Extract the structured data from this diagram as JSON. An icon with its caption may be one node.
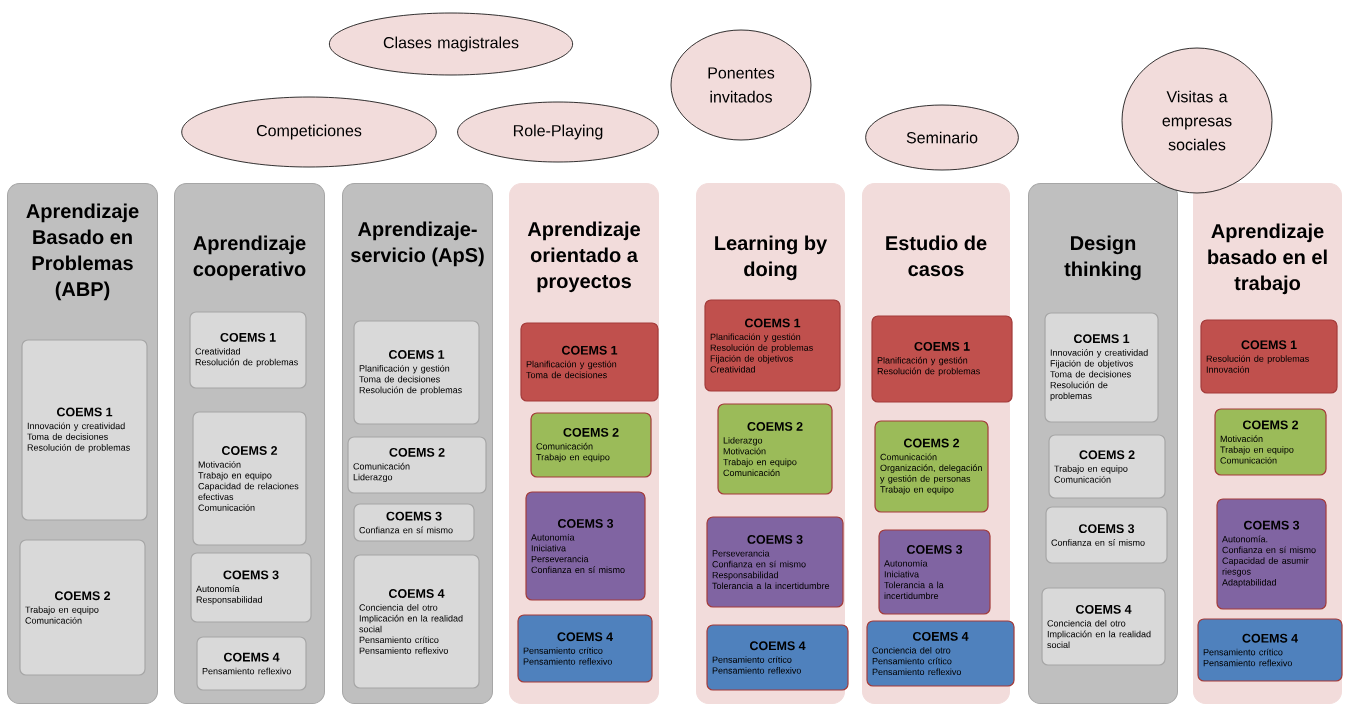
{
  "diagram": {
    "nodes": [
      {
        "text": [
          "Clases magistrales"
        ]
      },
      {
        "text": [
          "Ponentes invitados"
        ]
      },
      {
        "text": [
          "Visitas a empresas sociales"
        ]
      },
      {
        "text": [
          "Competiciones"
        ]
      },
      {
        "text": [
          "Role-Playing"
        ]
      },
      {
        "text": [
          "Seminario"
        ]
      },
      {
        "text": [
          "Aprendizaje Basado en Problemas (ABP)"
        ]
      },
      {
        "text": [
          "COEMS 1",
          "Innovación y creatividad",
          "Toma de decisiones",
          "Resolución de problemas"
        ],
        "in": 6
      },
      {
        "text": [
          "COEMS 2",
          "Trabajo en equipo",
          "Comunicación"
        ],
        "in": 6
      },
      {
        "text": [
          "Aprendizaje cooperativo"
        ]
      },
      {
        "text": [
          "COEMS 1",
          "Creatividad",
          "Resolución de problemas"
        ],
        "in": 9
      },
      {
        "text": [
          "COEMS 2",
          "Motivación",
          "Trabajo en equipo",
          "Capacidad de relaciones efectivas",
          "Comunicación"
        ],
        "in": 9
      },
      {
        "text": [
          "COEMS 3",
          "Autonomía",
          "Responsabilidad"
        ],
        "in": 9
      },
      {
        "text": [
          "COEMS 4",
          "Pensamiento reflexivo"
        ],
        "in": 9
      },
      {
        "text": [
          "Aprendizaje-servicio (ApS)"
        ]
      },
      {
        "text": [
          "COEMS 1",
          "Planificación y gestión",
          "Toma de decisiones",
          "Resolución de problemas"
        ],
        "in": 14
      },
      {
        "text": [
          "COEMS 2",
          "Comunicación",
          "Liderazgo"
        ],
        "in": 14
      },
      {
        "text": [
          "COEMS 3",
          "Confianza en sí mismo"
        ],
        "in": 14
      },
      {
        "text": [
          "COEMS 4",
          "Conciencia del otro",
          "Implicación en la realidad social",
          "Pensamiento crítico",
          "Pensamiento reflexivo"
        ],
        "in": 14
      },
      {
        "text": [
          "Aprendizaje orientado a proyectos"
        ]
      },
      {
        "text": [
          "COEMS 1",
          "Planificación y gestión",
          "Toma de decisiones"
        ],
        "in": 19
      },
      {
        "text": [
          "COEMS 2",
          "Comunicación",
          "Trabajo en equipo"
        ],
        "in": 19
      },
      {
        "text": [
          "COEMS 3",
          "Autonomía",
          "Iniciativa",
          "Perseverancia",
          "Confianza en sí mismo"
        ],
        "in": 19
      },
      {
        "text": [
          "COEMS 4",
          "Pensamiento crítico",
          "Pensamiento reflexivo"
        ],
        "in": 19
      },
      {
        "text": [
          "Learning by doing"
        ]
      },
      {
        "text": [
          "COEMS 1",
          "Planificación y gestión",
          "Resolución de problemas",
          "Fijación de objetivos",
          "Creatividad"
        ],
        "in": 24
      },
      {
        "text": [
          "COEMS 2",
          "Liderazgo",
          "Motivación",
          "Trabajo en equipo",
          "Comunicación"
        ],
        "in": 24
      },
      {
        "text": [
          "COEMS 3",
          "Perseverancia",
          "Confianza en sí mismo",
          "Responsabilidad",
          "Tolerancia a la incertidumbre"
        ],
        "in": 24
      },
      {
        "text": [
          "COEMS 4",
          "Pensamiento crítico",
          "Pensamiento reflexivo"
        ],
        "in": 24
      },
      {
        "text": [
          "Estudio de casos"
        ]
      },
      {
        "text": [
          "COEMS 1",
          "Planificación y gestión",
          "Resolución de problemas"
        ],
        "in": 29
      },
      {
        "text": [
          "COEMS 2",
          "Comunicación",
          "Organización, delegación y gestión de personas",
          "Trabajo en equipo"
        ],
        "in": 29
      },
      {
        "text": [
          "COEMS 3",
          "Autonomía",
          "Iniciativa",
          "Tolerancia a la incertidumbre"
        ],
        "in": 29
      },
      {
        "text": [
          "COEMS 4",
          "Conciencia del otro",
          "Pensamiento crítico",
          "Pensamiento reflexivo"
        ],
        "in": 29
      },
      {
        "text": [
          "Design thinking"
        ]
      },
      {
        "text": [
          "COEMS 1",
          "Innovación y creatividad",
          "Fijación de objetivos",
          "Toma de decisiones",
          "Resolución de problemas"
        ],
        "in": 34
      },
      {
        "text": [
          "COEMS 2",
          "Trabajo en equipo",
          "Comunicación"
        ],
        "in": 34
      },
      {
        "text": [
          "COEMS 3",
          "Confianza en sí mismo"
        ],
        "in": 34
      },
      {
        "text": [
          "COEMS 4",
          "Conciencia del otro",
          "Implicación en la realidad social"
        ],
        "in": 34
      },
      {
        "text": [
          "Aprendizaje basado en el trabajo"
        ]
      },
      {
        "text": [
          "COEMS 1",
          "Resolución de problemas",
          "Innovación"
        ],
        "in": 39
      },
      {
        "text": [
          "COEMS 2",
          "Motivación",
          "Trabajo en equipo",
          "Comunicación"
        ],
        "in": 39
      },
      {
        "text": [
          "COEMS 3",
          "Autonomía.",
          "Confianza en sí mismo",
          "Capacidad de asumir riesgos",
          "Adaptabilidad"
        ],
        "in": 39
      },
      {
        "text": [
          "COEMS 4",
          "Pensamiento crítico",
          "Pensamiento reflexivo"
        ],
        "in": 39
      }
    ]
  }
}
